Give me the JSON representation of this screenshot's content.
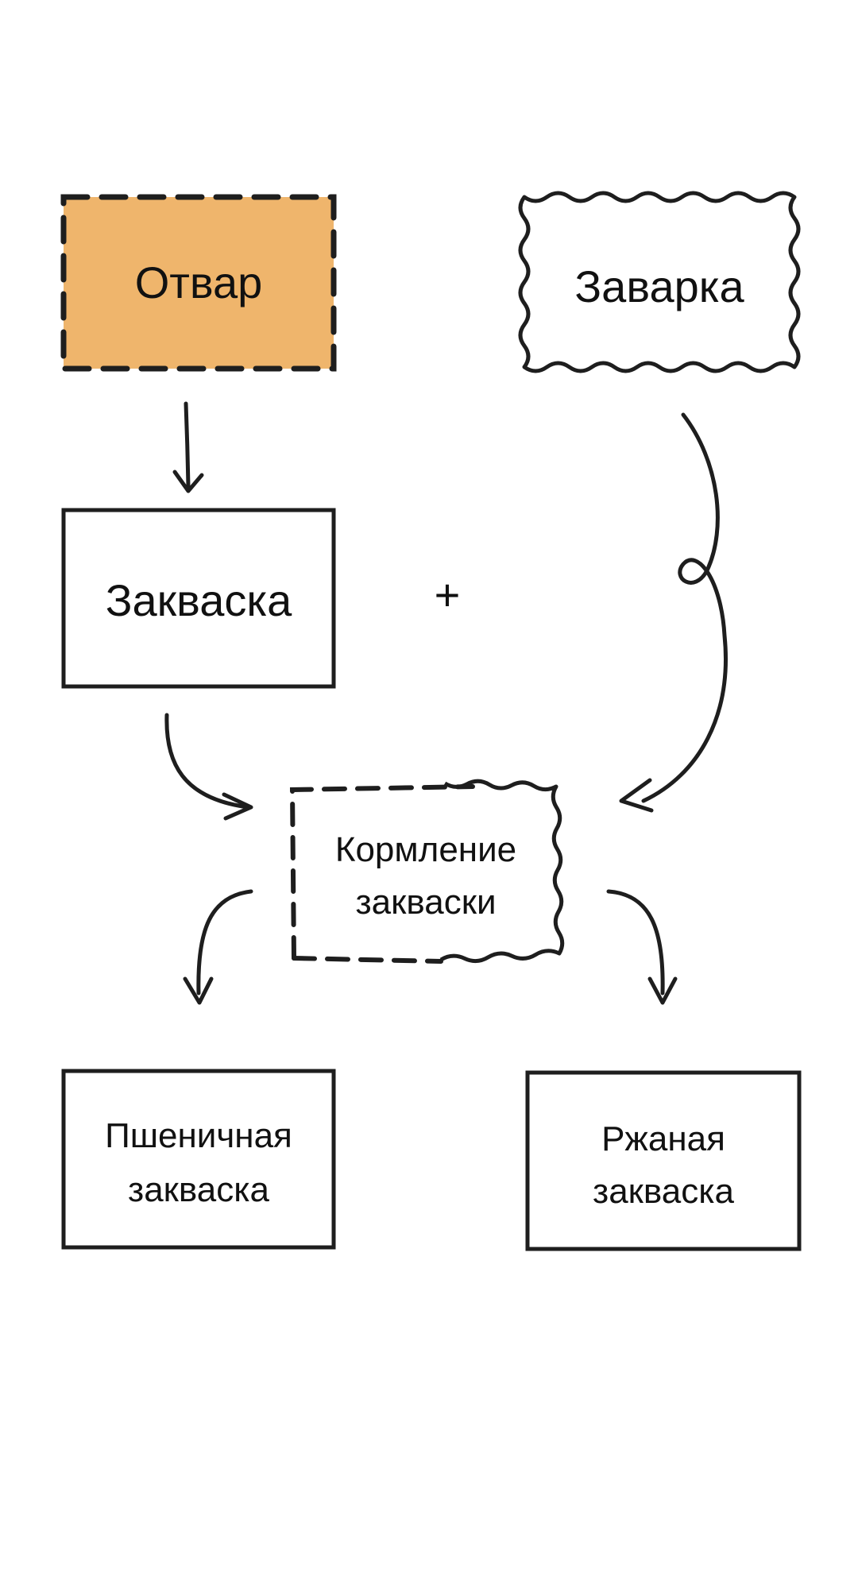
{
  "colors": {
    "ink": "#1e1e1e",
    "highlight": "#efb56c",
    "background": "#ffffff"
  },
  "nodes": {
    "otvar": {
      "label": "Отвар"
    },
    "zavarka": {
      "label": "Заварка"
    },
    "zakvaska": {
      "label": "Закваска"
    },
    "plus": {
      "label": "+"
    },
    "feeding": {
      "line1": "Кормление",
      "line2": "закваски"
    },
    "wheat": {
      "line1": "Пшеничная",
      "line2": "закваска"
    },
    "rye": {
      "line1": "Ржаная",
      "line2": "закваска"
    }
  },
  "edges": [
    {
      "from": "Отвар",
      "to": "Закваска"
    },
    {
      "from": "Закваска",
      "to": "Кормление закваски"
    },
    {
      "from": "Заварка",
      "to": "Кормление закваски"
    },
    {
      "from": "Кормление закваски",
      "to": "Пшеничная закваска"
    },
    {
      "from": "Кормление закваски",
      "to": "Ржаная закваска"
    }
  ]
}
